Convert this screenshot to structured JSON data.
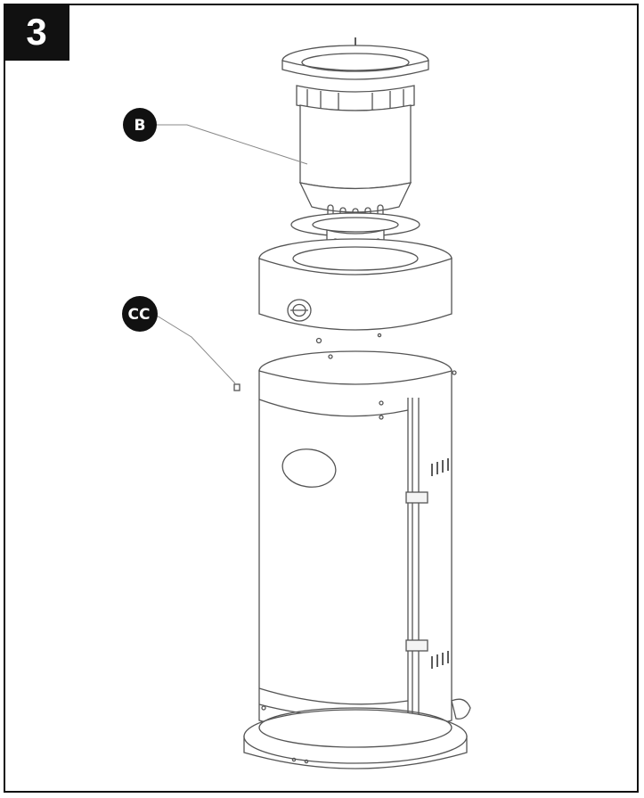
{
  "step": {
    "number": "3"
  },
  "callouts": {
    "b": {
      "label": "B"
    },
    "cc": {
      "label": "CC"
    }
  },
  "colors": {
    "ink": "#111111",
    "line": "#555555",
    "paper": "#ffffff"
  }
}
